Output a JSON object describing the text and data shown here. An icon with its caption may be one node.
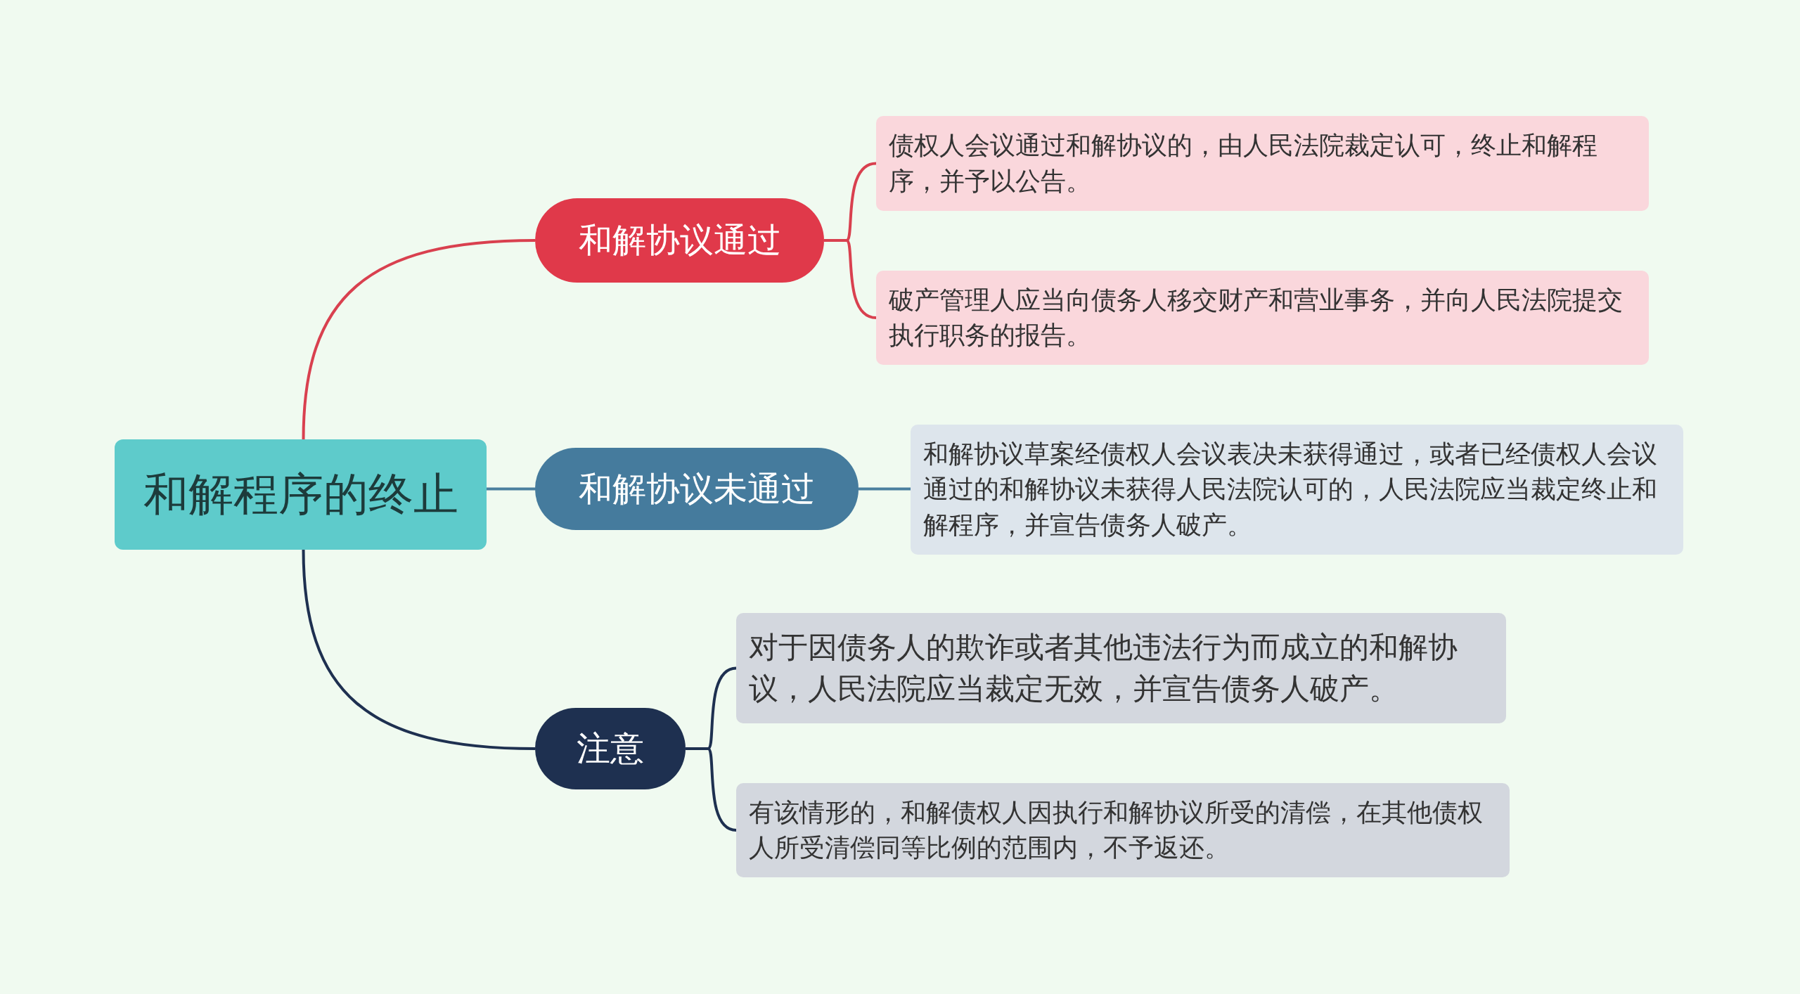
{
  "diagram": {
    "nodes": [
      {
        "text": [
          "和解程序的终止"
        ]
      },
      {
        "text": [
          "和解协议通过"
        ]
      },
      {
        "text": [
          "债权人会议通过和解协议的，由人民法院裁定认可，终止和解程序，并予以公告。"
        ]
      },
      {
        "text": [
          "破产管理人应当向债务人移交财产和营业事务，并向人民法院提交执行职务的报告。"
        ]
      },
      {
        "text": [
          "和解协议未通过"
        ]
      },
      {
        "text": [
          "和解协议草案经债权人会议表决未获得通过，或者已经债权人会议通过的和解协议未获得人民法院认可的，人民法院应当裁定终止和解程序，并宣告债务人破产。"
        ]
      },
      {
        "text": [
          "注意"
        ]
      },
      {
        "text": [
          "对于因债务人的欺诈或者其他违法行为而成立的和解协议，人民法院应当裁定无效，并宣告债务人破产。"
        ]
      },
      {
        "text": [
          "有该情形的，和解债权人因执行和解协议所受的清偿，在其他债权人所受清偿同等比例的范围内，不予返还。"
        ]
      }
    ],
    "edges": [
      {
        "from": 0,
        "to": 1,
        "arrow": "none",
        "color": "#d9404f"
      },
      {
        "from": 0,
        "to": 4,
        "arrow": "none",
        "color": "#4a7f9e"
      },
      {
        "from": 0,
        "to": 6,
        "arrow": "none",
        "color": "#1e3050"
      },
      {
        "from": 1,
        "to": 2,
        "arrow": "none",
        "color": "#d9404f"
      },
      {
        "from": 1,
        "to": 3,
        "arrow": "none",
        "color": "#d9404f"
      },
      {
        "from": 4,
        "to": 5,
        "arrow": "none",
        "color": "#4a7f9e"
      },
      {
        "from": 6,
        "to": 7,
        "arrow": "none",
        "color": "#1e3050"
      },
      {
        "from": 6,
        "to": 8,
        "arrow": "none",
        "color": "#1e3050"
      }
    ]
  }
}
